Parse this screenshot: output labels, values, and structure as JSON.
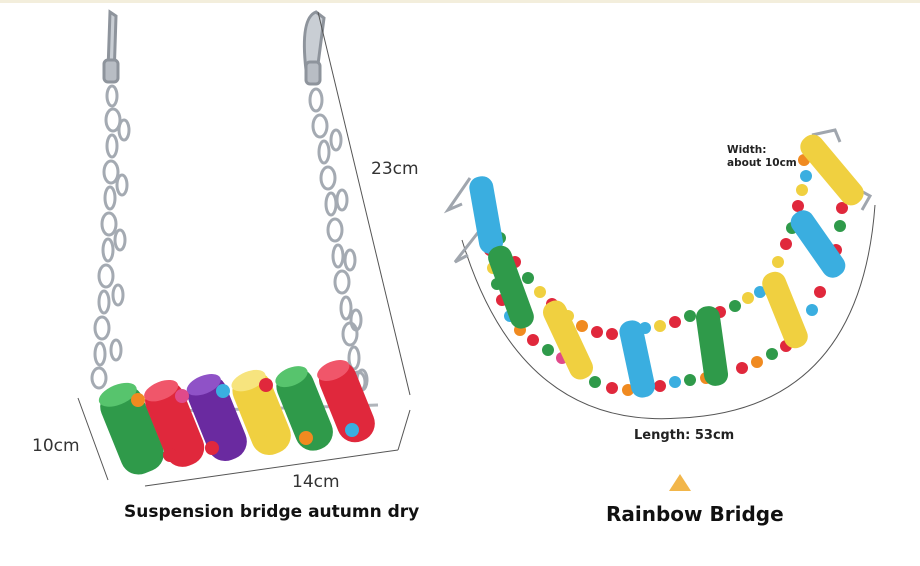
{
  "left_product": {
    "height_label": "23cm",
    "depth_label": "10cm",
    "width_label": "14cm",
    "caption": "Suspension bridge autumn dry"
  },
  "right_product": {
    "width_label_line1": "Width:",
    "width_label_line2": "about 10cm",
    "length_label": "Length: 53cm",
    "caption": "Rainbow Bridge"
  },
  "colors": {
    "triangle": "#f2b64a",
    "perch_red": "#e0283c",
    "perch_green": "#2f9a4a",
    "perch_purple": "#6a2aa0",
    "perch_yellow": "#f0d040",
    "perch_blue": "#3aaee0"
  }
}
